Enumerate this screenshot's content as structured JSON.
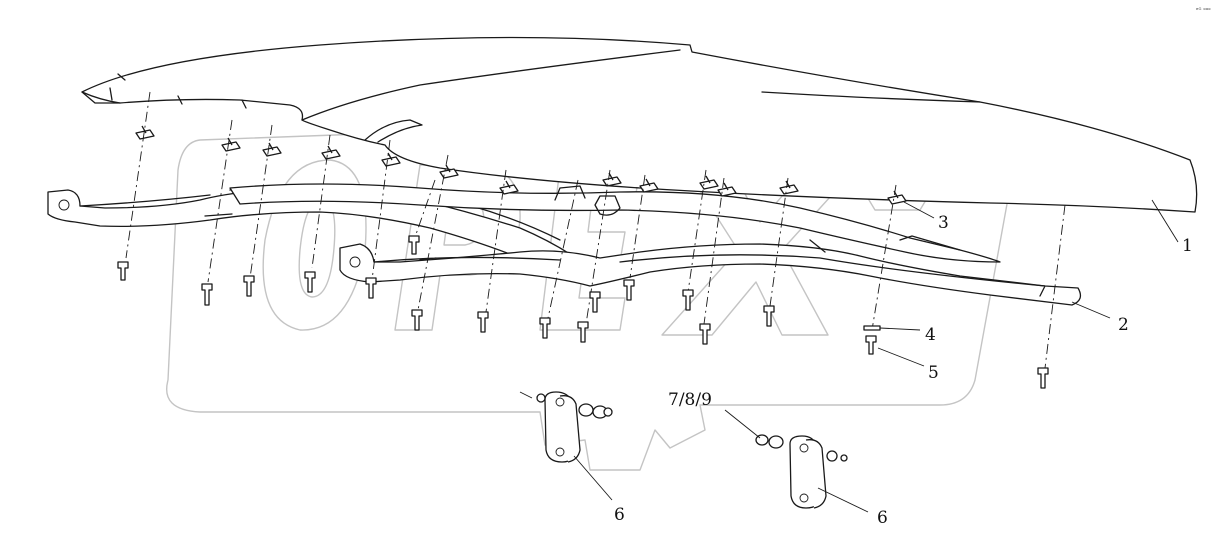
{
  "diagram": {
    "corner_mark": "ᵉᴳ ᵒᵒᵒ",
    "callouts": [
      {
        "id": "1",
        "label": "1"
      },
      {
        "id": "2",
        "label": "2"
      },
      {
        "id": "3",
        "label": "3"
      },
      {
        "id": "4",
        "label": "4"
      },
      {
        "id": "5",
        "label": "5"
      },
      {
        "id": "6a",
        "label": "6"
      },
      {
        "id": "6b",
        "label": "6"
      },
      {
        "id": "789",
        "label": "7/8/9"
      }
    ],
    "watermark": "OPEX"
  }
}
